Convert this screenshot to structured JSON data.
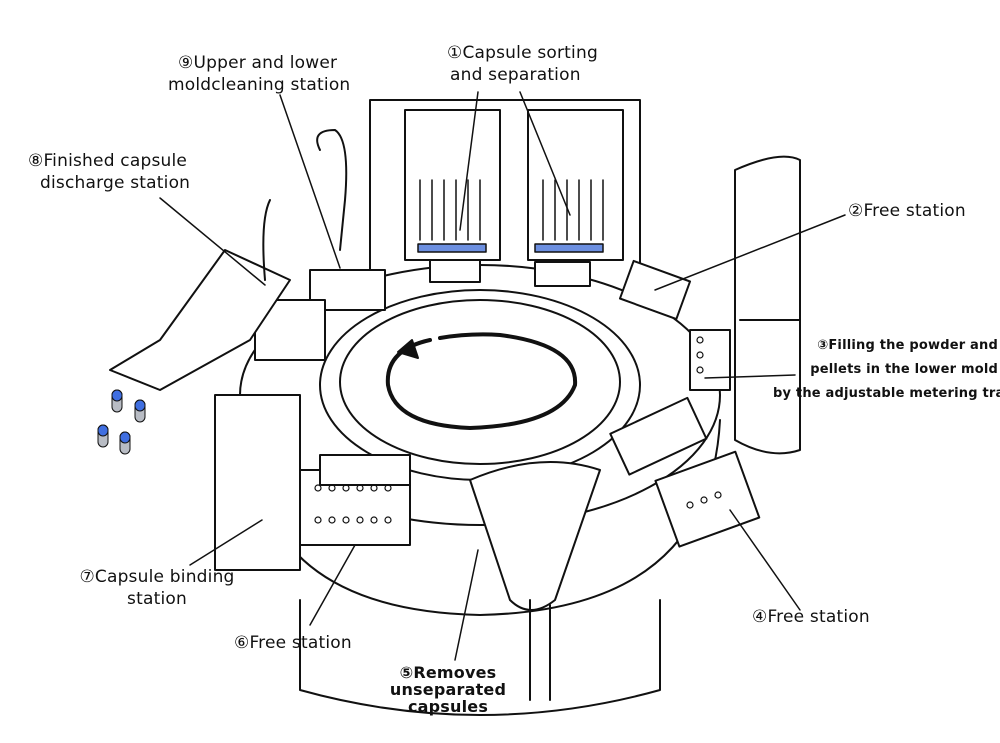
{
  "labels": [
    {
      "id": "station-1",
      "lines": [
        "①Capsule sorting",
        "and separation"
      ]
    },
    {
      "id": "station-2",
      "lines": [
        "②Free station"
      ]
    },
    {
      "id": "station-3",
      "lines": [
        "③Filling the powder and",
        "pellets in the lower mold",
        "by the adjustable metering tray"
      ]
    },
    {
      "id": "station-4",
      "lines": [
        "④Free station"
      ]
    },
    {
      "id": "station-5",
      "lines": [
        "⑤Removes",
        "unseparated",
        "capsules"
      ]
    },
    {
      "id": "station-6",
      "lines": [
        "⑥Free station"
      ]
    },
    {
      "id": "station-7",
      "lines": [
        "⑦Capsule binding",
        "station"
      ]
    },
    {
      "id": "station-8",
      "lines": [
        "⑧Finished  capsule",
        "discharge station"
      ]
    },
    {
      "id": "station-9",
      "lines": [
        "⑨Upper and lower",
        "moldcleaning station"
      ]
    }
  ],
  "colors": {
    "line": "#111111",
    "capsule_cap": "#3f6ee0",
    "capsule_body": "#b8bcc4"
  }
}
